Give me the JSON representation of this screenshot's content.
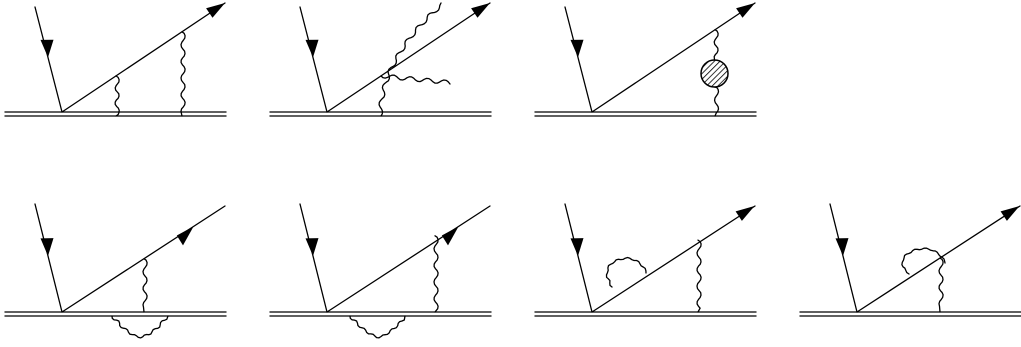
{
  "diagram": {
    "kind": "feynman-diagram-set",
    "ink_color": "#000000",
    "background": "#ffffff",
    "rows": [
      {
        "panels": [
          {
            "id": "a",
            "photons": [
              "exchange-near",
              "exchange-far"
            ]
          },
          {
            "id": "b",
            "photons": [
              "crossed-pair"
            ]
          },
          {
            "id": "c",
            "photons": [
              "exchange-with-vacuum-polarization-blob"
            ]
          }
        ]
      },
      {
        "panels": [
          {
            "id": "d",
            "photons": [
              "exchange",
              "heavy-line-self-energy"
            ]
          },
          {
            "id": "e",
            "photons": [
              "exchange",
              "heavy-line-self-energy"
            ]
          },
          {
            "id": "f",
            "photons": [
              "exchange",
              "outgoing-fermion-self-energy"
            ]
          },
          {
            "id": "g",
            "photons": [
              "outgoing-fermion-self-energy",
              "exchange-inside"
            ]
          }
        ]
      }
    ]
  }
}
